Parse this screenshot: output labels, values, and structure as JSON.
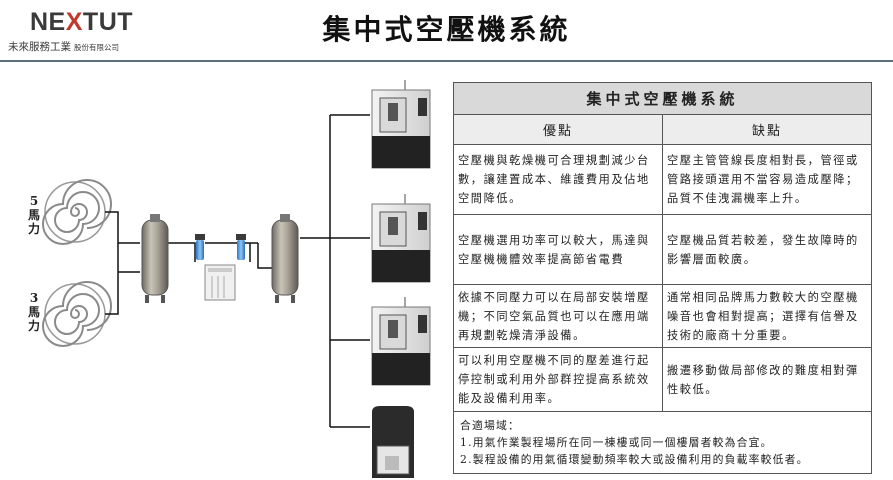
{
  "logo": {
    "brand_pre": "NE",
    "brand_x": "X",
    "brand_post": "TUT",
    "company_name": "未來服務工業",
    "company_suffix": "股份有限公司"
  },
  "page_title": "集中式空壓機系統",
  "diagram": {
    "compressor_top_label": [
      "5",
      "馬",
      "力"
    ],
    "compressor_bottom_label": [
      "3",
      "馬",
      "力"
    ]
  },
  "table": {
    "title": "集中式空壓機系統",
    "col_pros": "優點",
    "col_cons": "缺點",
    "rows": [
      {
        "pros": "空壓機與乾燥機可合理規劃減少台數，讓建置成本、維護費用及佔地空間降低。",
        "cons": "空壓主管管線長度相對長，管徑或管路接頭選用不當容易造成壓降；品質不佳洩漏機率上升。"
      },
      {
        "pros": "空壓機選用功率可以較大，馬達與空壓機機體效率提高節省電費",
        "cons": "空壓機品質若較差，發生故障時的影響層面較廣。"
      },
      {
        "pros": "依據不同壓力可以在局部安裝增壓機；不同空氣品質也可以在應用端再規劃乾燥清淨設備。",
        "cons": "通常相同品牌馬力數較大的空壓機噪音也會相對提高；選擇有信譽及技術的廠商十分重要。"
      },
      {
        "pros": "可以利用空壓機不同的壓差進行起停控制或利用外部群控提高系統效能及設備利用率。",
        "cons": "搬遷移動做局部修改的難度相對彈性較低。"
      }
    ],
    "scene_title": "合適場域：",
    "scene_items": [
      "1.用氣作業製程場所在同一棟樓或同一個樓層者較為合宜。",
      "2.製程設備的用氣循環變動頻率較大或設備利用的負載率較低者。"
    ]
  }
}
